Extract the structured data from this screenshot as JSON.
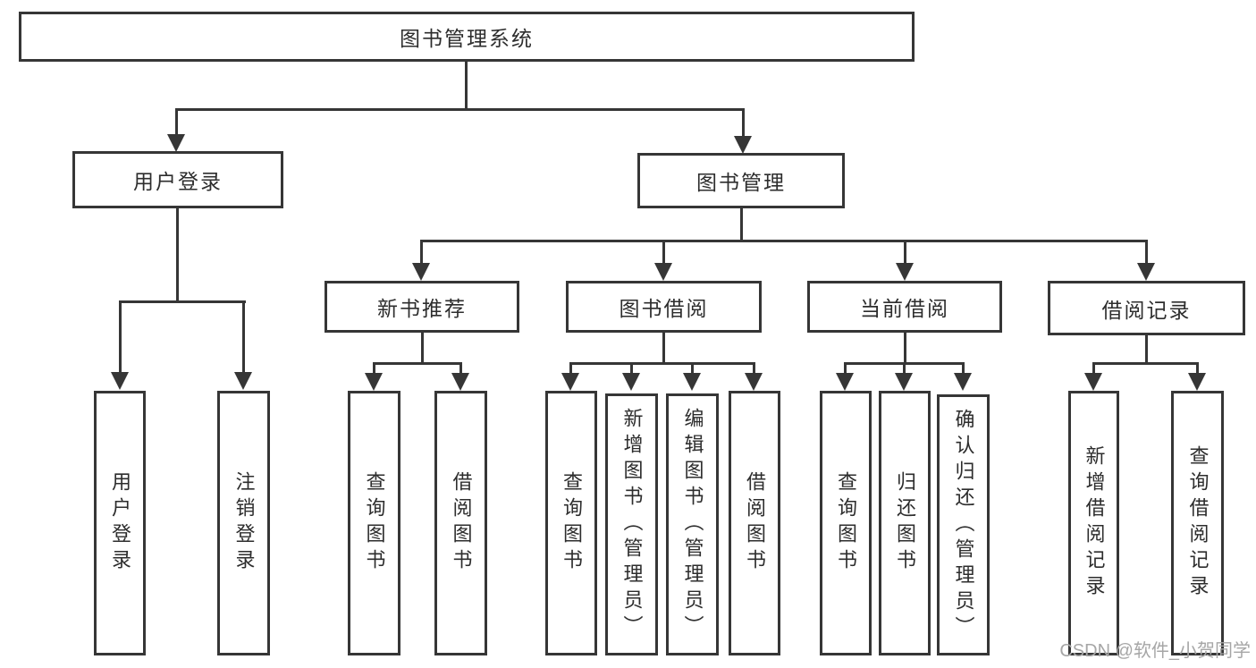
{
  "page": {
    "background": "#ffffff"
  },
  "colors": {
    "line": "#363636",
    "box_border": "#363636",
    "box_fill": "#ffffff",
    "text": "#2d2d2d",
    "watermark": "#a6a6a6"
  },
  "watermark": {
    "text": "CSDN @软件_小贺同学"
  },
  "tree": {
    "root": {
      "label": "图书管理系统"
    },
    "branches": [
      {
        "label": "用户登录",
        "children": [
          {
            "label": "用户登录"
          },
          {
            "label": "注销登录"
          }
        ]
      },
      {
        "label": "图书管理",
        "children": [
          {
            "label": "新书推荐",
            "children": [
              {
                "label": "查询图书"
              },
              {
                "label": "借阅图书"
              }
            ]
          },
          {
            "label": "图书借阅",
            "children": [
              {
                "label": "查询图书"
              },
              {
                "label": "新增图书（管理员）"
              },
              {
                "label": "编辑图书（管理员）"
              },
              {
                "label": "借阅图书"
              }
            ]
          },
          {
            "label": "当前借阅",
            "children": [
              {
                "label": "查询图书"
              },
              {
                "label": "归还图书"
              },
              {
                "label": "确认归还（管理员）"
              }
            ]
          },
          {
            "label": "借阅记录",
            "children": [
              {
                "label": "新增借阅记录"
              },
              {
                "label": "查询借阅记录"
              }
            ]
          }
        ]
      }
    ]
  }
}
